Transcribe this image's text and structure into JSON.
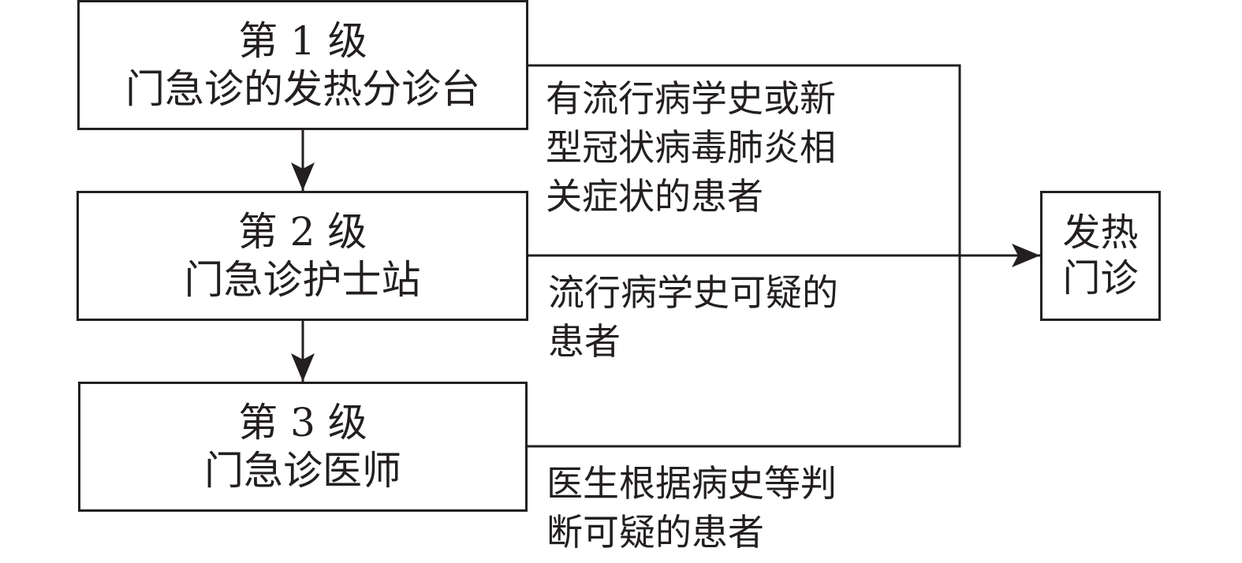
{
  "levels": [
    {
      "label": "第 1 级",
      "role": "门急诊的发热分诊台"
    },
    {
      "label": "第 2 级",
      "role": "门急诊护士站"
    },
    {
      "label": "第 3 级",
      "role": "门急诊医师"
    }
  ],
  "destination": {
    "line1": "发热",
    "line2": "门诊"
  },
  "criteria": [
    {
      "lines": [
        "有流行病学史或新",
        "型冠状病毒肺炎相",
        "关症状的患者"
      ]
    },
    {
      "lines": [
        "流行病学史可疑的",
        "患者"
      ]
    },
    {
      "lines": [
        "医生根据病史等判",
        "断可疑的患者"
      ]
    }
  ],
  "colors": {
    "stroke": "#231f20",
    "background": "#ffffff"
  }
}
